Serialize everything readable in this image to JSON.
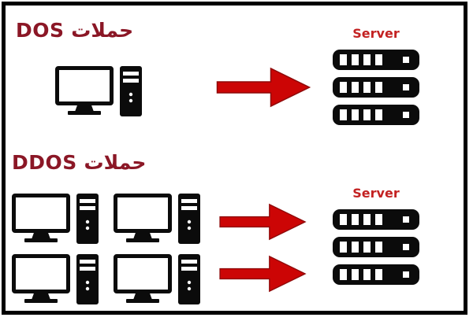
{
  "colors": {
    "background": "#ffffff",
    "border_black": "#000000",
    "title_red": "#8b1726",
    "server_red": "#c32222",
    "arrow_red": "#cc0505",
    "arrow_outline": "#8f0a0a",
    "icon_black": "#0b0b0b"
  },
  "icons": {
    "computer": "desktop-computer-icon",
    "server": "server-rack-icon",
    "arrow": "attack-arrow-icon"
  },
  "dos_section": {
    "title": "حملات DOS",
    "server_label": "Server",
    "computer_count": 1,
    "arrow_count": 1,
    "server_unit_count": 3
  },
  "ddos_section": {
    "title": "حملات DDOS",
    "server_label": "Server",
    "computer_count": 4,
    "arrow_count": 2,
    "server_unit_count": 3
  }
}
